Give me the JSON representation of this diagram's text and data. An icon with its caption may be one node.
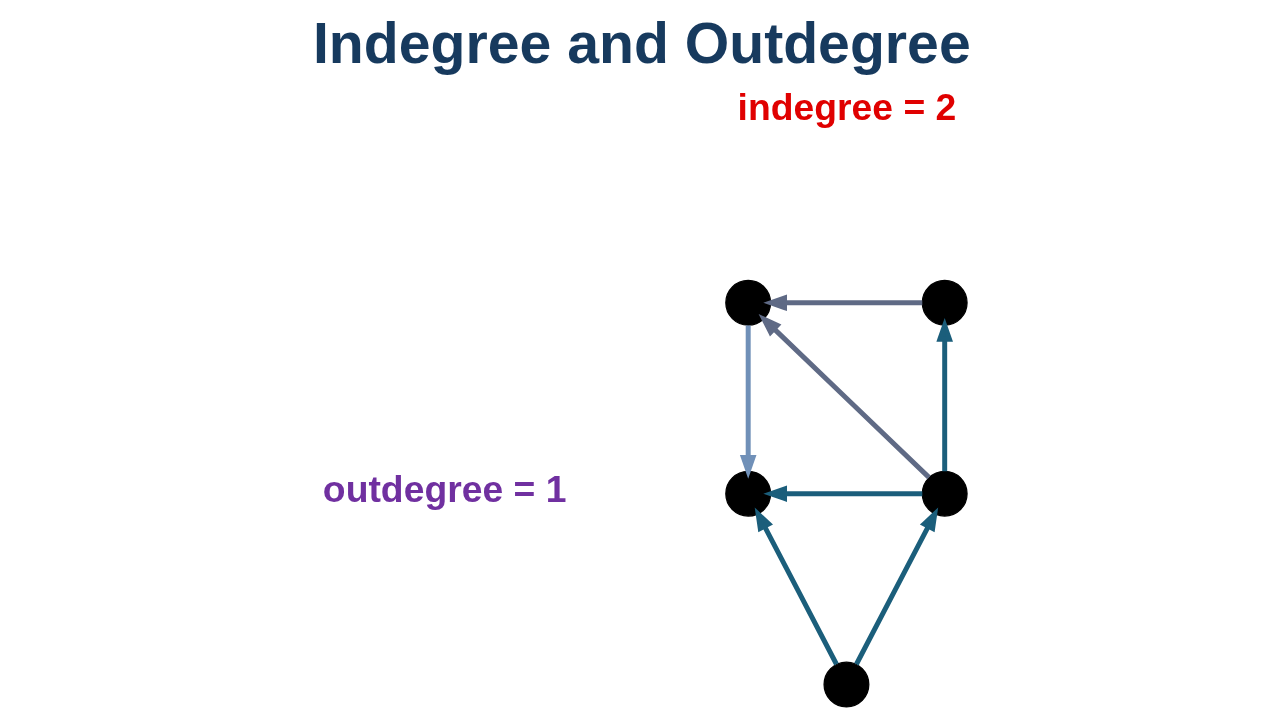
{
  "diagram": {
    "title": "Indegree and Outdegree",
    "nodes": [
      {
        "text": [],
        "shape": "circle"
      },
      {
        "text": [],
        "shape": "circle"
      },
      {
        "text": [],
        "shape": "circle"
      },
      {
        "text": [],
        "shape": "circle"
      },
      {
        "text": [],
        "shape": "circle"
      }
    ],
    "edges": [
      {
        "from": 1,
        "to": 0,
        "arrow": "to",
        "color": "#5f6a85"
      },
      {
        "from": 3,
        "to": 0,
        "arrow": "to",
        "color": "#5f6a85"
      },
      {
        "from": 0,
        "to": 2,
        "arrow": "to",
        "color": "#7090b8"
      },
      {
        "from": 3,
        "to": 1,
        "arrow": "to"
      },
      {
        "from": 3,
        "to": 2,
        "arrow": "to"
      },
      {
        "from": 4,
        "to": 2,
        "arrow": "to"
      },
      {
        "from": 4,
        "to": 3,
        "arrow": "to"
      }
    ],
    "labels": [
      "indegree = 2",
      "outdegree = 1"
    ]
  }
}
